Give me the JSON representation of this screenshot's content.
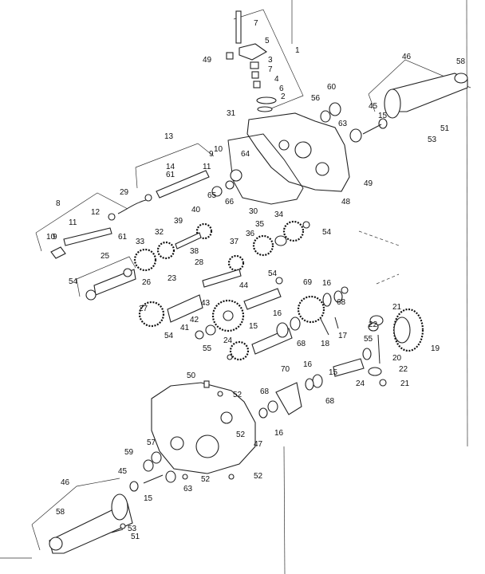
{
  "diagram": {
    "labels": [
      "1",
      "2",
      "3",
      "4",
      "5",
      "6",
      "7",
      "7",
      "8",
      "9",
      "9",
      "10",
      "10",
      "11",
      "11",
      "12",
      "13",
      "14",
      "15",
      "15",
      "15",
      "15",
      "16",
      "16",
      "16",
      "16",
      "17",
      "18",
      "19",
      "20",
      "21",
      "21",
      "22",
      "22",
      "23",
      "24",
      "24",
      "25",
      "26",
      "27",
      "28",
      "29",
      "30",
      "31",
      "32",
      "33",
      "34",
      "35",
      "36",
      "37",
      "38",
      "39",
      "40",
      "41",
      "42",
      "43",
      "44",
      "45",
      "45",
      "46",
      "46",
      "47",
      "48",
      "49",
      "49",
      "50",
      "51",
      "51",
      "52",
      "52",
      "52",
      "52",
      "53",
      "53",
      "54",
      "54",
      "54",
      "54",
      "55",
      "55",
      "56",
      "57",
      "58",
      "58",
      "59",
      "60",
      "61",
      "61",
      "63",
      "63",
      "64",
      "65",
      "66",
      "68",
      "68",
      "68",
      "68",
      "69",
      "70"
    ]
  }
}
